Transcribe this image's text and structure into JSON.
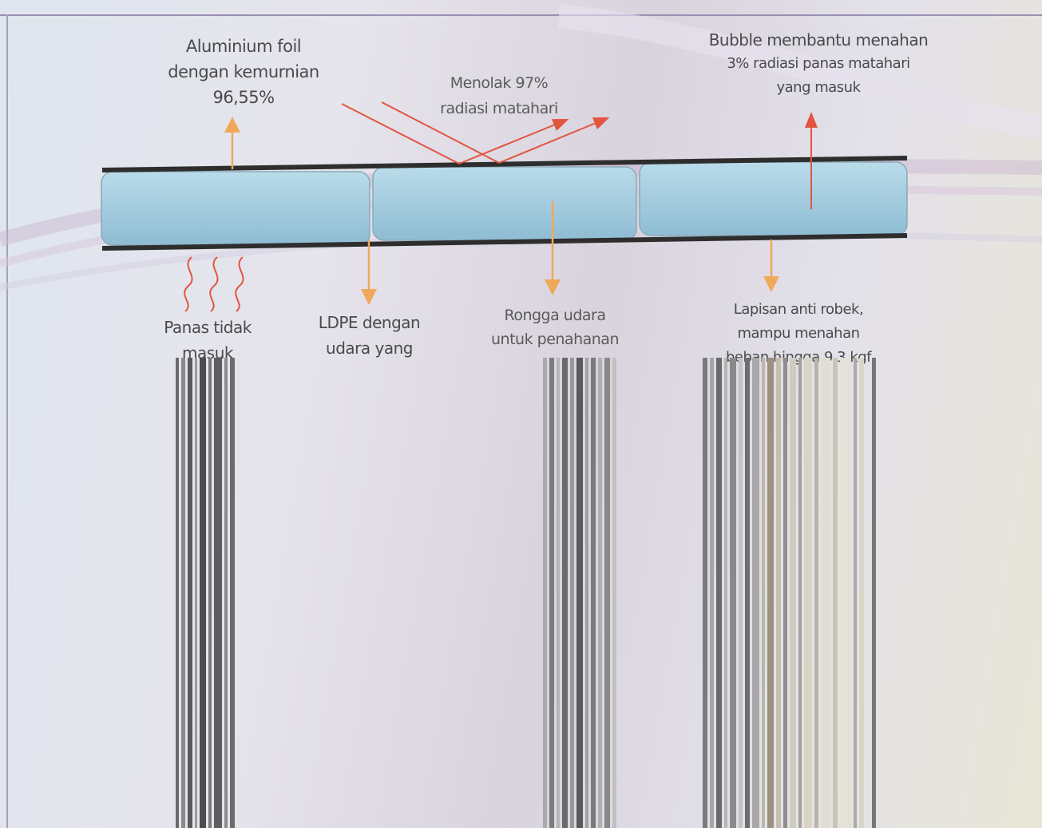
{
  "labels": {
    "aluminium_foil": [
      "Aluminium foil",
      "dengan kemurnian",
      "96,55%"
    ],
    "reflect": [
      "Menolak 97%",
      "radiasi matahari"
    ],
    "bubble_title": "Bubble membantu menahan",
    "bubble_sub": [
      "3% radiasi panas matahari",
      "yang masuk"
    ],
    "heat": [
      "Panas tidak",
      "masuk"
    ],
    "ldpe": [
      "LDPE dengan",
      "udara yang"
    ],
    "air_cavity": [
      "Rongga udara",
      "untuk penahanan"
    ],
    "tear_layer": [
      "Lapisan anti robek,",
      "mampu menahan",
      "beban hingga 9,3 kgf"
    ]
  },
  "colors": {
    "bubble_fill": "#9fc7dc",
    "orange_arrow": "#f0a85a",
    "red_ray": "#e2553f",
    "foil_line": "#2e2e2e"
  }
}
